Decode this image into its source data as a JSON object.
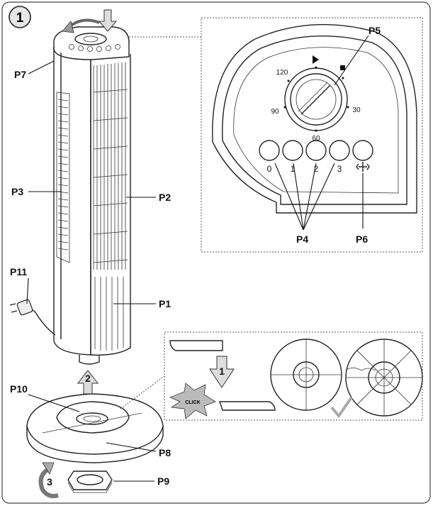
{
  "figure": {
    "step_number": "1",
    "labels": {
      "p1": "P1",
      "p2": "P2",
      "p3": "P3",
      "p4": "P4",
      "p5": "P5",
      "p6": "P6",
      "p7": "P7",
      "p8": "P8",
      "p9": "P9",
      "p10": "P10",
      "p11": "P11"
    },
    "timer_marks": {
      "t120": "120",
      "t90": "90",
      "t60": "60",
      "t30": "30"
    },
    "buttons": {
      "b0": "0",
      "b1": "1",
      "b2": "2",
      "b3": "3"
    },
    "arrows": {
      "a1": "1",
      "a2": "2",
      "a3": "3"
    },
    "click_text": "CLICK"
  }
}
